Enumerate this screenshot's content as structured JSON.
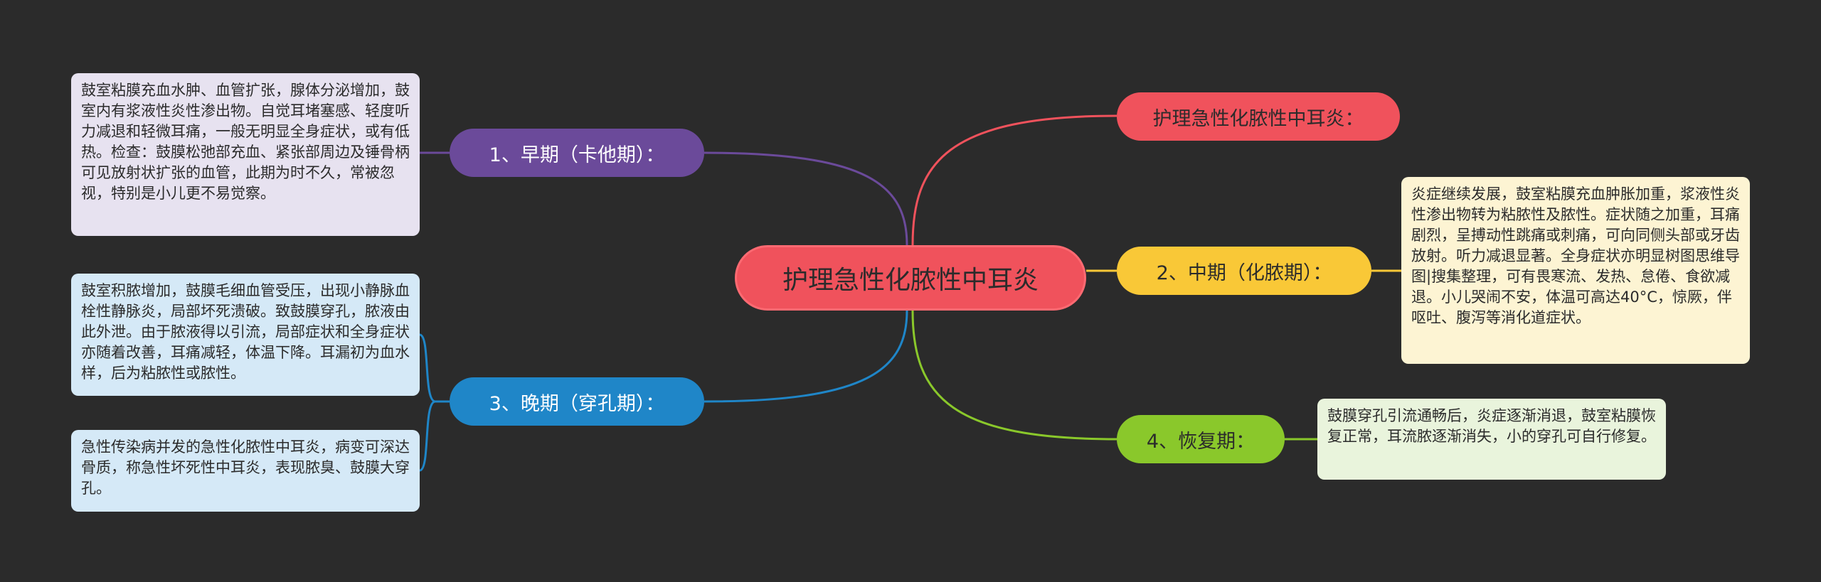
{
  "root": {
    "label": "护理急性化脓性中耳炎"
  },
  "branches": {
    "title": {
      "label": "护理急性化脓性中耳炎：",
      "color": "#f0525c"
    },
    "early": {
      "label": "1、早期（卡他期）：",
      "color": "#6b4a9a"
    },
    "mid": {
      "label": "2、中期（化脓期）：",
      "color": "#f9c837"
    },
    "late": {
      "label": "3、晚期（穿孔期）：",
      "color": "#1f86c8"
    },
    "recovery": {
      "label": "4、恢复期：",
      "color": "#8ac82b"
    }
  },
  "leaves": {
    "early": "鼓室粘膜充血水肿、血管扩张，腺体分泌增加，鼓室内有浆液性炎性渗出物。自觉耳堵塞感、轻度听力减退和轻微耳痛，一般无明显全身症状，或有低热。检查：鼓膜松弛部充血、紧张部周边及锤骨柄可见放射状扩张的血管，此期为时不久，常被忽视，特别是小儿更不易觉察。",
    "late1": "鼓室积脓增加，鼓膜毛细血管受压，出现小静脉血栓性静脉炎，局部坏死溃破。致鼓膜穿孔，脓液由此外泄。由于脓液得以引流，局部症状和全身症状亦随着改善，耳痛减轻，体温下降。耳漏初为血水样，后为粘脓性或脓性。",
    "late2": "急性传染病并发的急性化脓性中耳炎，病变可深达骨质，称急性坏死性中耳炎，表现脓臭、鼓膜大穿孔。",
    "mid": "炎症继续发展，鼓室粘膜充血肿胀加重，浆液性炎性渗出物转为粘脓性及脓性。症状随之加重，耳痛剧烈，呈搏动性跳痛或刺痛，可向同侧头部或牙齿放射。听力减退显著。全身症状亦明显树图思维导图|搜集整理，可有畏寒流、发热、怠倦、食欲减退。小儿哭闹不安，体温可高达40°C，惊厥，伴呕吐、腹泻等消化道症状。",
    "recovery": "鼓膜穿孔引流通畅后，炎症逐渐消退，鼓室粘膜恢复正常，耳流脓逐渐消失，小的穿孔可自行修复。"
  }
}
